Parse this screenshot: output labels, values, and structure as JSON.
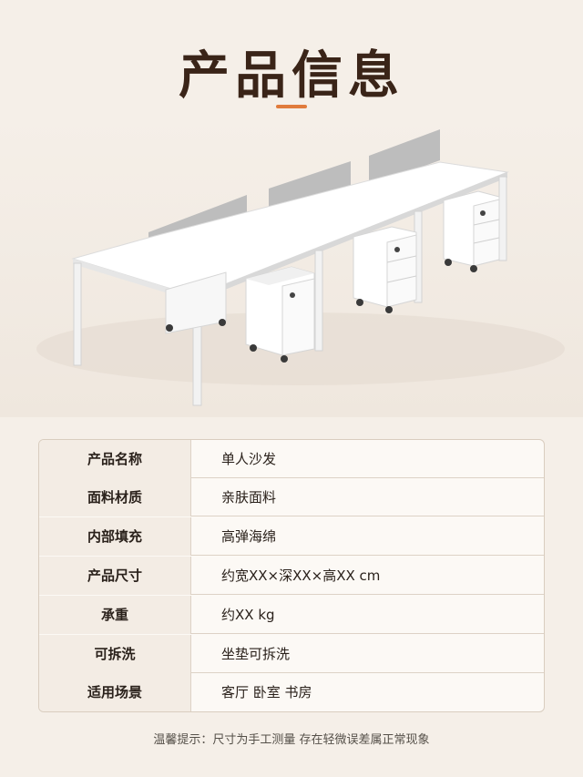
{
  "page_title": "产品信息",
  "accent_color": "#e07b3c",
  "specs": [
    {
      "label": "产品名称",
      "value": "单人沙发"
    },
    {
      "label": "面料材质",
      "value": "亲肤面料"
    },
    {
      "label": "内部填充",
      "value": "高弹海绵"
    },
    {
      "label": "产品尺寸",
      "value": "约宽XX×深XX×高XX cm"
    },
    {
      "label": "承重",
      "value": "约XX kg"
    },
    {
      "label": "可拆洗",
      "value": "坐垫可拆洗"
    },
    {
      "label": "适用场景",
      "value": "客厅 卧室 书房"
    }
  ],
  "footnote": "温馨提示：尺寸为手工测量 存在轻微误差属正常现象"
}
